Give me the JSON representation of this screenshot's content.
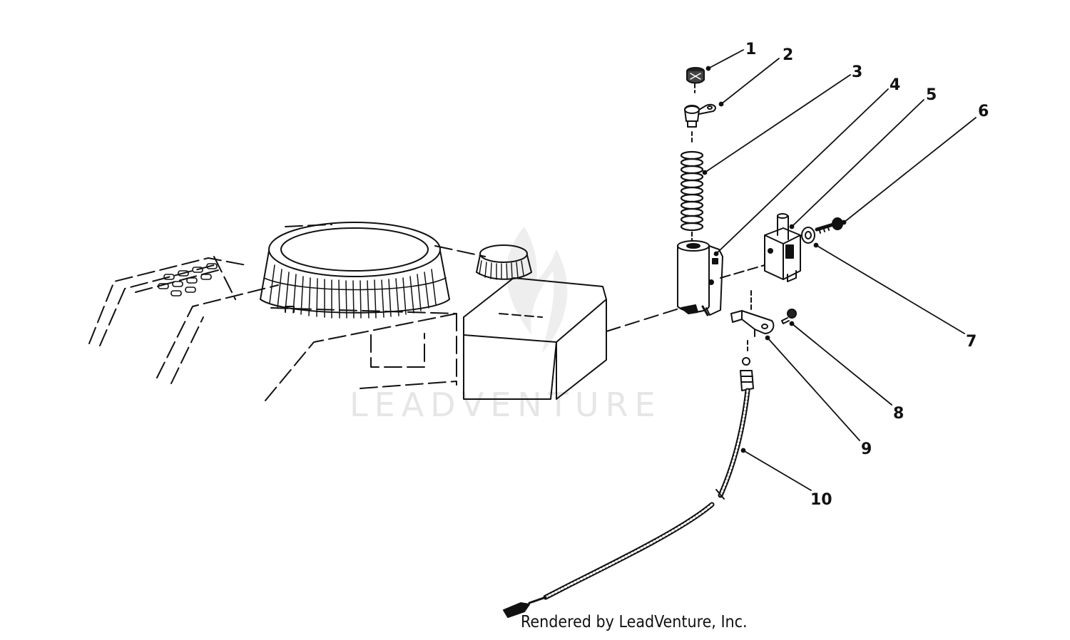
{
  "watermark_text": "LEADVENTURE",
  "footer_text": "Rendered by LeadVenture, Inc.",
  "callouts": [
    "1",
    "2",
    "3",
    "4",
    "5",
    "6",
    "7",
    "8",
    "9",
    "10"
  ],
  "colors": {
    "ink": "#111111",
    "watermark": "#e6e6e6",
    "background": "#ffffff"
  }
}
